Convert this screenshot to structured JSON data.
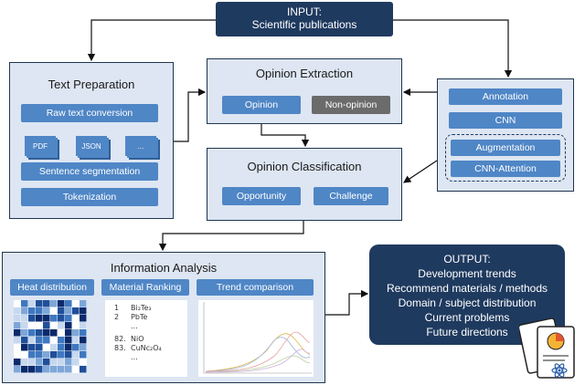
{
  "input": {
    "label": "INPUT:",
    "sub": "Scientific publications"
  },
  "text_prep": {
    "title": "Text Preparation",
    "raw": "Raw text conversion",
    "docs": [
      "PDF",
      "JSON",
      "..."
    ],
    "seg": "Sentence segmentation",
    "tok": "Tokenization"
  },
  "extraction": {
    "title": "Opinion Extraction",
    "opinion": "Opinion",
    "non_opinion": "Non-opinion"
  },
  "classification": {
    "title": "Opinion Classification",
    "opportunity": "Opportunity",
    "challenge": "Challenge"
  },
  "right_panel": {
    "annotation": "Annotation",
    "cnn": "CNN",
    "augmentation": "Augmentation",
    "cnn_attention": "CNN-Attention"
  },
  "analysis": {
    "title": "Information Analysis",
    "heat": "Heat distribution",
    "ranking": "Material Ranking",
    "trend": "Trend comparison",
    "rank_items": [
      {
        "num": "1",
        "name": "Bi₂Te₃"
      },
      {
        "num": "2",
        "name": "PbTe"
      },
      {
        "num": "",
        "name": "..."
      },
      {
        "num": "82.",
        "name": "NiO"
      },
      {
        "num": "83.",
        "name": "CuNc₂O₄"
      },
      {
        "num": "",
        "name": "..."
      }
    ]
  },
  "output": {
    "label": "OUTPUT:",
    "items": [
      "Development trends",
      "Recommend materials / methods",
      "Domain / subject distribution",
      "Current problems",
      "Future directions"
    ]
  },
  "colors": {
    "dark": "#1f3a5f",
    "button": "#4f86c6",
    "panel": "#dde6f2",
    "grey_button": "#6b6b6b"
  }
}
